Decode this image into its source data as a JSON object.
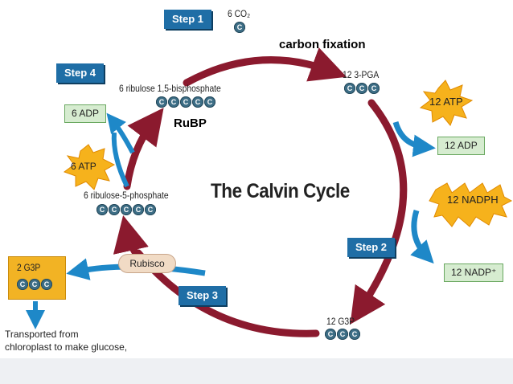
{
  "title": "The Calvin Cycle",
  "steps": [
    "Step 1",
    "Step 2",
    "Step 3",
    "Step 4"
  ],
  "co2": {
    "label": "6 CO₂",
    "carbon": "C"
  },
  "carbon_fixation": "carbon fixation",
  "pga": {
    "label": "12 3-PGA",
    "carbons": [
      "C",
      "C",
      "C"
    ]
  },
  "atp_step2": "12 ATP",
  "adp_step2": "12 ADP",
  "nadph": "12 NADPH",
  "nadp": "12 NADP⁺",
  "g3p": {
    "label": "12 G3P",
    "carbons": [
      "C",
      "C",
      "C"
    ]
  },
  "g3p_out": {
    "label": "2 G3P",
    "carbons": [
      "C",
      "C",
      "C"
    ]
  },
  "rubisco": "Rubisco",
  "transport_note": [
    "Transported from",
    "chloroplast to make glucose,"
  ],
  "r5p": {
    "label": "6 ribulose-5-phosphate",
    "carbons": [
      "C",
      "C",
      "C",
      "C",
      "C"
    ]
  },
  "atp_step4": "6 ATP",
  "adp_step4": "6 ADP",
  "rubp": {
    "label": "6 ribulose 1,5-bisphosphate",
    "carbons": [
      "C",
      "C",
      "C",
      "C",
      "C"
    ],
    "name": "RuBP"
  },
  "colors": {
    "cycle_arrow": "#8b1a2e",
    "blue_arrow": "#1e88c8",
    "step_box": "#1f6ea6",
    "carbon": "#3d6e86",
    "starburst": "#f6b21c",
    "green_box": "#d6ecd0",
    "g3p_box": "#f2b324",
    "rubisco_box": "#f1dbc5"
  }
}
